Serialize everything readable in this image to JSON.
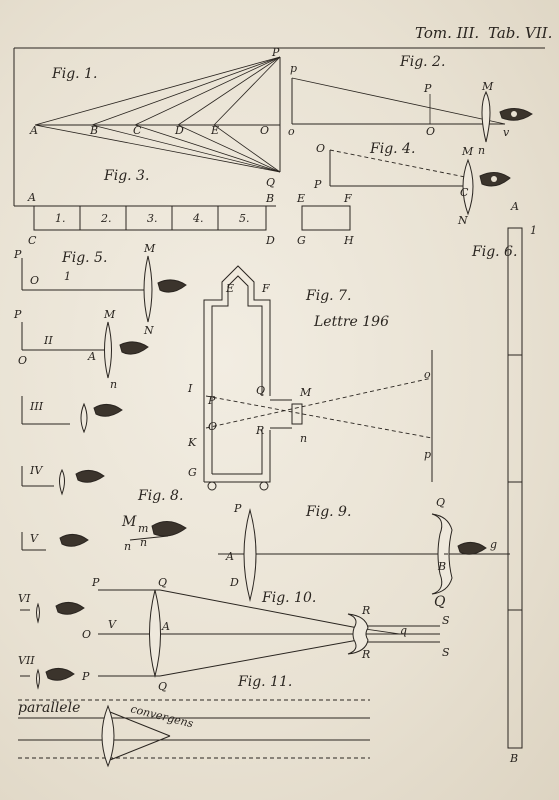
{
  "header": {
    "tome": "Tom. III.",
    "tab": "Tab. VII."
  },
  "figures": {
    "fig1": {
      "title": "Fig. 1.",
      "points": {
        "A": "A",
        "B": "B",
        "C": "C",
        "D": "D",
        "E": "E",
        "O": "O",
        "P": "P",
        "Q": "Q"
      }
    },
    "fig2": {
      "title": "Fig. 2.",
      "points": {
        "p": "p",
        "P": "P",
        "M": "M",
        "o": "o",
        "O": "O",
        "n": "n",
        "v": "v"
      }
    },
    "fig3": {
      "title": "Fig. 3.",
      "points": {
        "A": "A",
        "B": "B",
        "C": "C",
        "D": "D"
      },
      "cells": [
        "1.",
        "2.",
        "3.",
        "4.",
        "5."
      ]
    },
    "fig4": {
      "title": "Fig. 4.",
      "points": {
        "O": "O",
        "P": "P",
        "M": "M",
        "E": "E",
        "F": "F",
        "G": "G",
        "H": "H",
        "N": "N",
        "C": "C"
      }
    },
    "fig5": {
      "title": "Fig. 5.",
      "points": {
        "P": "P",
        "O": "O",
        "M": "M",
        "N": "N"
      },
      "num": "1"
    },
    "fig6": {
      "title": "Fig. 6.",
      "points": {
        "A": "A",
        "B": "B"
      },
      "scale_top": "1"
    },
    "fig7": {
      "title": "Fig. 7.",
      "lettre": "Lettre 196",
      "points": {
        "E": "E",
        "F": "F",
        "I": "I",
        "P": "P",
        "O": "O",
        "K": "K",
        "G": "G",
        "Q": "Q",
        "R": "R",
        "M": "M",
        "n": "n",
        "o": "o",
        "p": "p"
      }
    },
    "fig8": {
      "title": "Fig. 8.",
      "points": {
        "M": "M",
        "m": "m",
        "n1": "n",
        "n2": "n"
      }
    },
    "fig9": {
      "title": "Fig. 9.",
      "points": {
        "P": "P",
        "A": "A",
        "Q": "Q",
        "B": "B",
        "D": "D",
        "Q2": "Q",
        "g": "g"
      }
    },
    "fig10": {
      "title": "Fig. 10.",
      "points": {
        "P1": "P",
        "Q1": "Q",
        "O": "O",
        "V": "V",
        "A": "A",
        "P2": "P",
        "Q2": "Q",
        "R1": "R",
        "R2": "R",
        "q": "q",
        "S1": "S",
        "S2": "S"
      }
    },
    "fig11": {
      "title": "Fig. 11."
    },
    "bottom": {
      "parallele": "parallele",
      "convergens": "convergens"
    },
    "roman": {
      "II": "II",
      "III": "III",
      "IV": "IV",
      "V": "V",
      "VI": "VI",
      "VII": "VII"
    },
    "pts_extra": {
      "P": "P",
      "O": "O",
      "A": "A",
      "M": "M",
      "N": "N",
      "n": "n",
      "P3": "P"
    }
  }
}
